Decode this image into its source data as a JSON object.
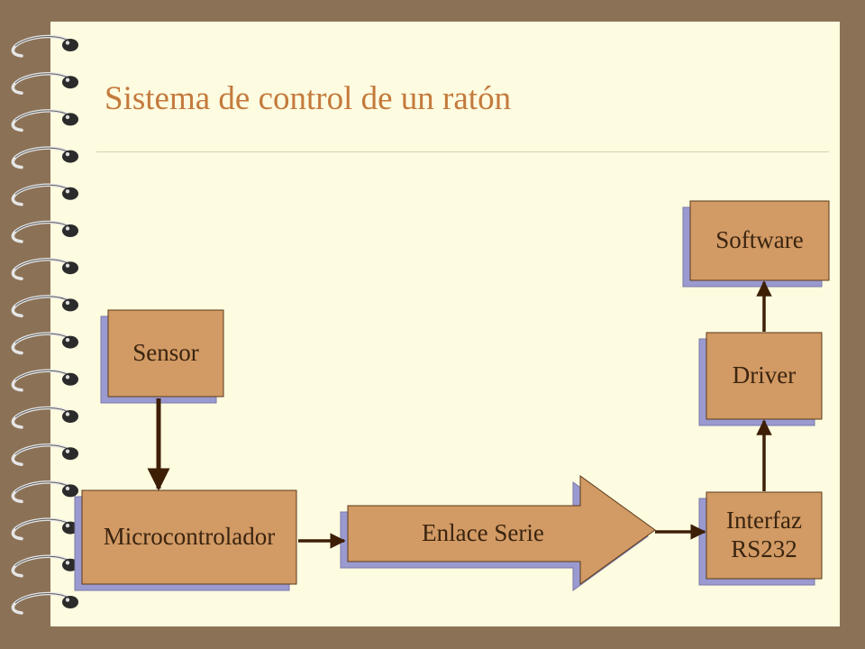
{
  "slide": {
    "title": "Sistema de control de un ratón"
  },
  "diagram": {
    "blocks": {
      "sensor": "Sensor",
      "microcontroller": "Microcontrolador",
      "serial_link": "Enlace Serie",
      "interface_line1": "Interfaz",
      "interface_line2": "RS232",
      "driver": "Driver",
      "software": "Software"
    },
    "colors": {
      "block_fill": "#d29a64",
      "block_shadow": "#9a9ad0",
      "arrow": "#3d1f06",
      "title": "#c47a3c",
      "page": "#fdfbe0",
      "background": "#8b7257"
    }
  }
}
